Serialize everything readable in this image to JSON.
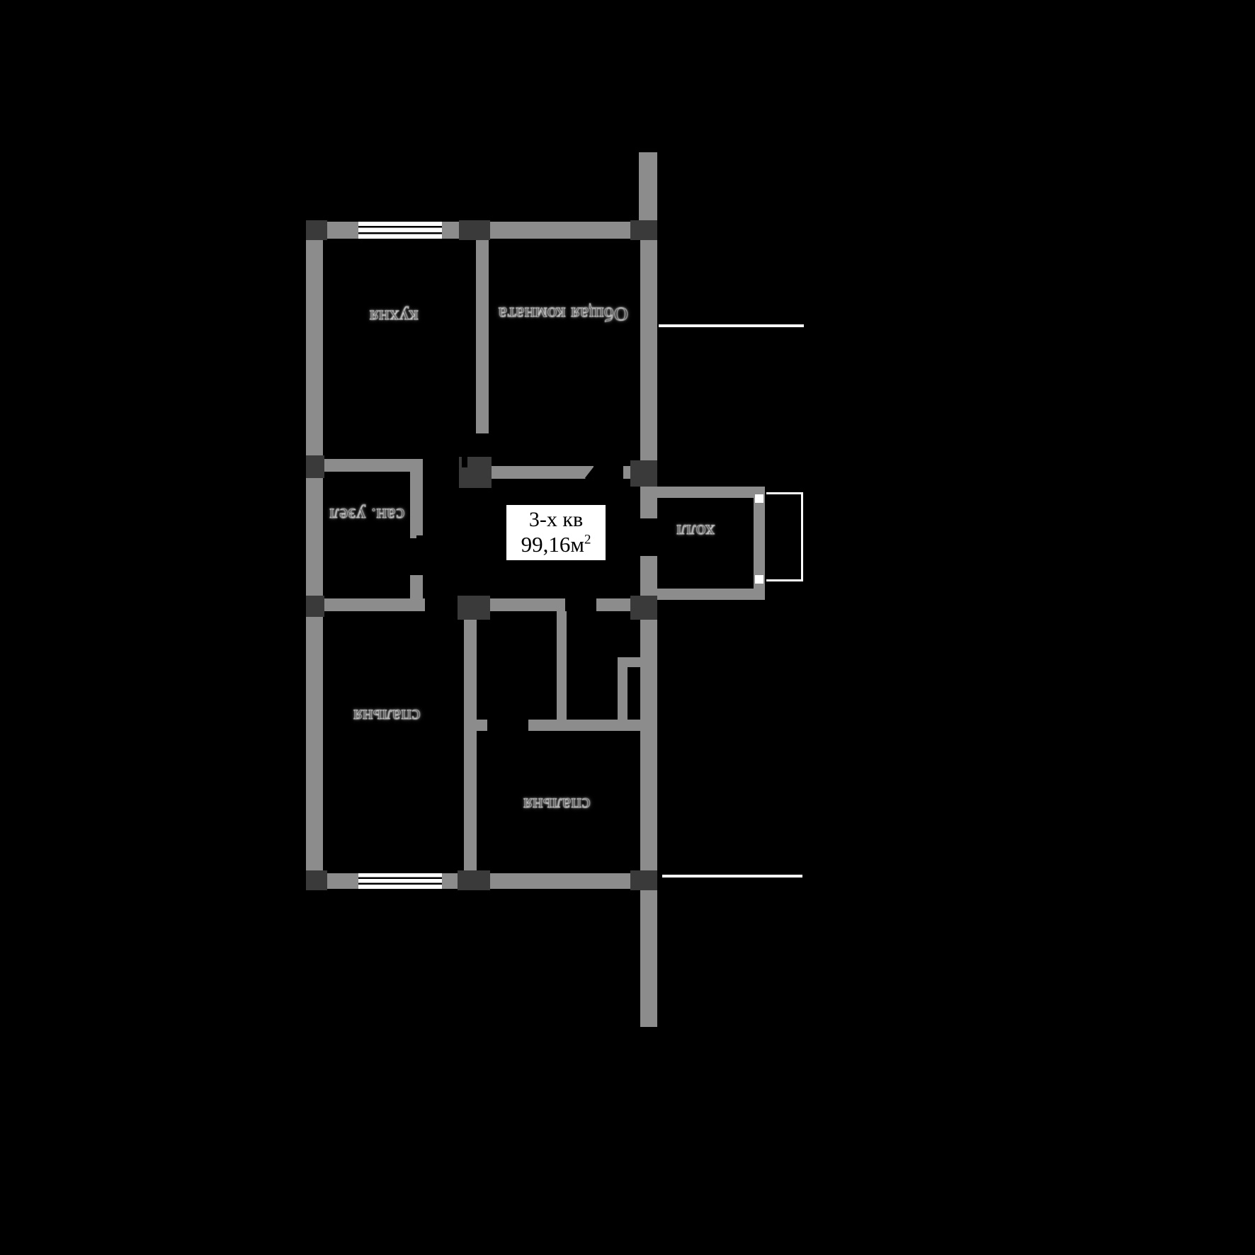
{
  "plan": {
    "info_box": {
      "type": "3-х кв",
      "area": "99,16м",
      "area_sup": "2"
    },
    "rooms": [
      {
        "id": "kitchen",
        "label": "кухня"
      },
      {
        "id": "living-room",
        "label": "Общая комната"
      },
      {
        "id": "bathroom",
        "label": "сан. узел"
      },
      {
        "id": "hall",
        "label": "холл"
      },
      {
        "id": "bedroom-1",
        "label": "спальня"
      },
      {
        "id": "bedroom-2",
        "label": "спальня"
      }
    ],
    "colors": {
      "background": "#000000",
      "wall": "#8c8c8c",
      "column": "#3a3a3a",
      "window_frame": "#ffffff",
      "boundary_line": "#ffffff",
      "info_box_bg": "#ffffff",
      "info_box_border": "#000000",
      "info_box_text": "#000000",
      "room_label": "#c9c9c9"
    }
  }
}
